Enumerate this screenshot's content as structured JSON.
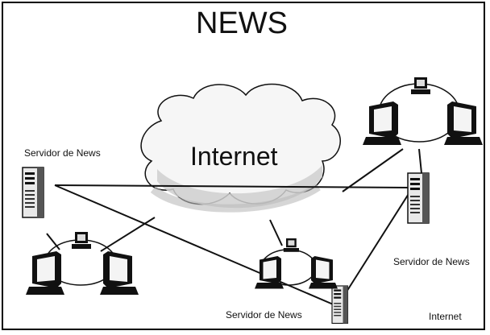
{
  "title": "NEWS",
  "cloud_label": "Internet",
  "labels": {
    "server_left": "Servidor de News",
    "server_right": "Servidor de News",
    "server_bottom": "Servidor de News",
    "internet_corner": "Internet"
  },
  "icons": {
    "server": "server-tower-icon",
    "workstation": "workstation-monitor-icon",
    "cloud": "cloud-icon"
  },
  "colors": {
    "ink": "#111111",
    "background": "#ffffff",
    "cloud_shade": "#cfcfcf"
  }
}
